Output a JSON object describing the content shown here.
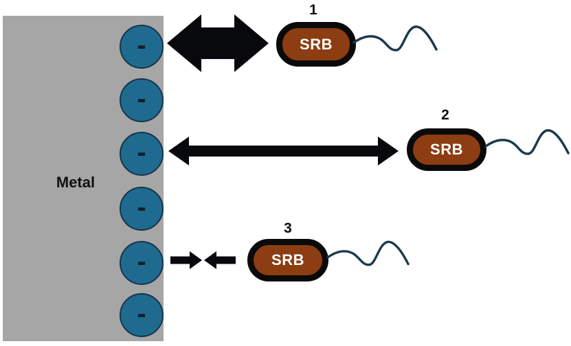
{
  "diagram": {
    "metal": {
      "label": "Metal"
    },
    "surface_charge": {
      "symbol": "-",
      "count": 6
    },
    "bacteria": [
      {
        "number": "1",
        "label": "SRB"
      },
      {
        "number": "2",
        "label": "SRB"
      },
      {
        "number": "3",
        "label": "SRB"
      }
    ]
  },
  "colors": {
    "background": "#ffffff",
    "metal_gray": "#a6a6a6",
    "charge_fill": "#1f6b90",
    "charge_outline": "#15334a",
    "cell_fill": "#8c3d11",
    "cell_border": "#0a0a0a",
    "cell_text": "#ffffff",
    "arrow_black": "#07090c",
    "flagellum": "#1b3a4c",
    "label_text": "#111111"
  }
}
